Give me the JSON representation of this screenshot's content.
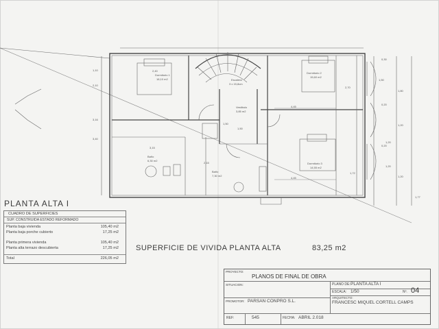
{
  "plan": {
    "floor_title": "PLANTA ALTA I",
    "surface_caption": "SUPERFICIE DE VIVIDA PLANTA ALTA",
    "surface_value": "83,25 m2",
    "rooms": [
      {
        "name": "Dormitorio 1",
        "area": "18,10 m2"
      },
      {
        "name": "Dormitorio 2",
        "area": "15,60 m2"
      },
      {
        "name": "Dormitorio 3",
        "area": "14,55 m2"
      },
      {
        "name": "Vestibulo",
        "area": "3,85 m2"
      },
      {
        "name": "Baño",
        "area": "6,30 m2"
      },
      {
        "name": "Baño",
        "area": "7,30 m2"
      },
      {
        "name": "Escalera",
        "area": "3 x 15,8cm"
      }
    ],
    "dimensions": [
      "2,40",
      "1,50",
      "1,50",
      "4,45",
      "4,45",
      "3,15",
      "2,10",
      "3,40",
      "1,72",
      "1,20",
      "1,20",
      "0,30",
      "1,80",
      "1,77",
      "1,10",
      "3,16",
      "1,50",
      "2,15",
      "2,70",
      "0,20",
      "0,20",
      "1,20",
      "1,20"
    ]
  },
  "surfaces": {
    "title": "CUADRO DE SUPERFICIES",
    "subtitle": "SUP. CONSTRUIDA ESTADO REFORMADO",
    "rows": [
      {
        "label": "Planta baja vivienda",
        "value": "105,40 m2"
      },
      {
        "label": "Planta baja porche cubierto",
        "value": "17,25 m2"
      },
      {
        "label": "Planta primera vivienda",
        "value": "105,40 m2"
      },
      {
        "label": "Planta alta terrazo descubierta",
        "value": "17,25 m2"
      },
      {
        "label": "Total",
        "value": "226,05 m2"
      }
    ]
  },
  "titleblock": {
    "project_label": "PROYECTO:",
    "project_value": "PLANOS DE FINAL DE OBRA",
    "situation_label": "SITUACION:",
    "plan_label": "PLANO DE:",
    "plan_value": "PLANTA ALTA I",
    "scale_label": "ESCALA:",
    "scale_value": "1/50",
    "number_label": "Nº.",
    "number_value": "04",
    "promoter_label": "PROMOTOR:",
    "promoter_value": "PARSAN CONPRO S.L.",
    "architect_label": "ARQUITECTO:",
    "architect_value": "FRANCESC MIQUEL CORTELL CAMPS",
    "ref_label": "REF:",
    "ref_value": "545",
    "date_label": "FECHA:",
    "date_value": "ABRIL 2.018"
  }
}
